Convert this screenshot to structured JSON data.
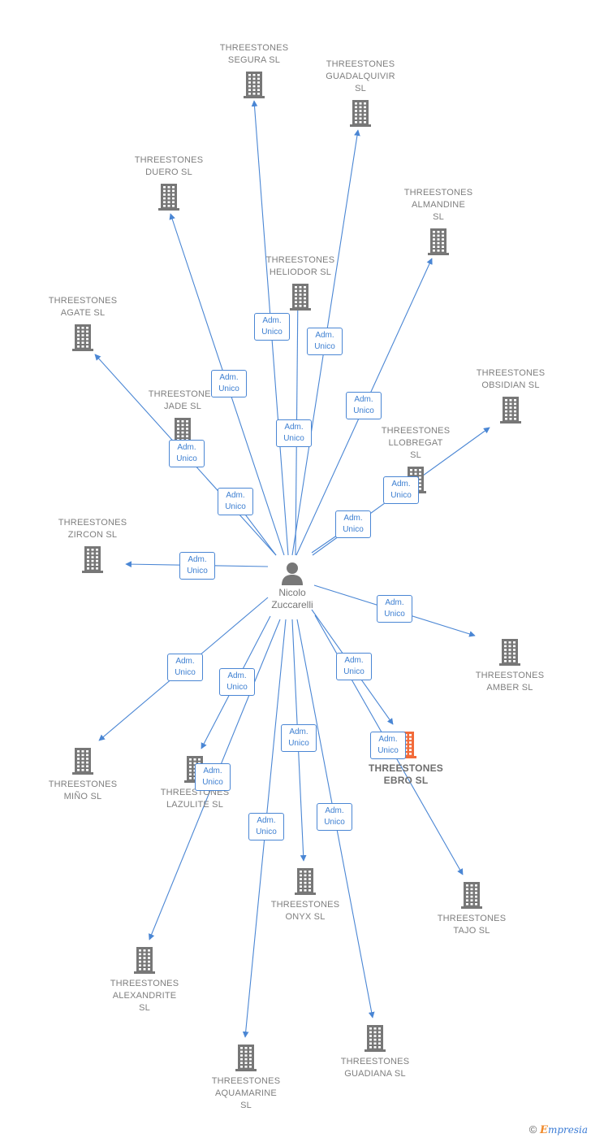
{
  "center": {
    "name": "Nicolo\nZuccarelli"
  },
  "edge_label": [
    "Adm.",
    "Unico"
  ],
  "companies": [
    {
      "id": "segura",
      "label": "THREESTONES\nSEGURA  SL"
    },
    {
      "id": "guadalquivir",
      "label": "THREESTONES\nGUADALQUIVIR\nSL"
    },
    {
      "id": "duero",
      "label": "THREESTONES\nDUERO  SL"
    },
    {
      "id": "almandine",
      "label": "THREESTONES\nALMANDINE\nSL"
    },
    {
      "id": "heliodor",
      "label": "THREESTONES\nHELIODOR  SL"
    },
    {
      "id": "agate",
      "label": "THREESTONES\nAGATE  SL"
    },
    {
      "id": "obsidian",
      "label": "THREESTONES\nOBSIDIAN  SL"
    },
    {
      "id": "jade",
      "label": "THREESTONES\nJADE  SL"
    },
    {
      "id": "llobregat",
      "label": "THREESTONES\nLLOBREGAT\nSL"
    },
    {
      "id": "zircon",
      "label": "THREESTONES\nZIRCON  SL"
    },
    {
      "id": "amber",
      "label": "THREESTONES\nAMBER  SL"
    },
    {
      "id": "mino",
      "label": "THREESTONES\nMIÑO  SL"
    },
    {
      "id": "lazulite",
      "label": "THREESTONES\nLAZULITE  SL"
    },
    {
      "id": "ebro",
      "label": "THREESTONES\nEBRO  SL",
      "highlighted": true
    },
    {
      "id": "onyx",
      "label": "THREESTONES\nONYX  SL"
    },
    {
      "id": "tajo",
      "label": "THREESTONES\nTAJO  SL"
    },
    {
      "id": "alexandrite",
      "label": "THREESTONES\nALEXANDRITE\nSL"
    },
    {
      "id": "guadiana",
      "label": "THREESTONES\nGUADIANA  SL"
    },
    {
      "id": "aquamarine",
      "label": "THREESTONES\nAQUAMARINE\nSL"
    }
  ],
  "colors": {
    "edge": "#4a86d4",
    "building": "#777777",
    "building_highlight": "#f26b3a",
    "text": "#7f7f7f"
  },
  "footer": {
    "copyright": "©",
    "brand_initial": "E",
    "brand_rest": "mpresia"
  }
}
